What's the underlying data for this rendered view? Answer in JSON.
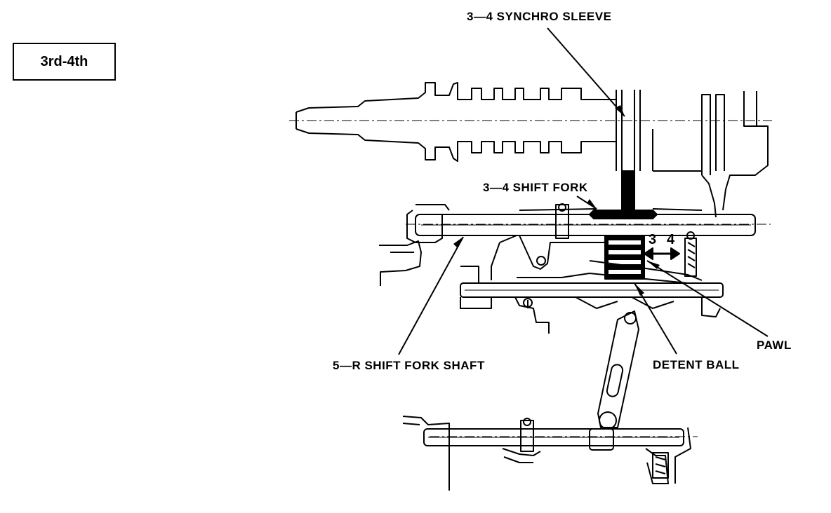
{
  "gear_label": "3rd-4th",
  "callouts": {
    "synchro_sleeve": "3—4 SYNCHRO SLEEVE",
    "shift_fork": "3—4 SHIFT FORK",
    "shift_fork_shaft": "5—R SHIFT FORK SHAFT",
    "detent_ball": "DETENT BALL",
    "pawl": "PAWL"
  },
  "arrow_digits": {
    "left": "3",
    "right": "4"
  }
}
